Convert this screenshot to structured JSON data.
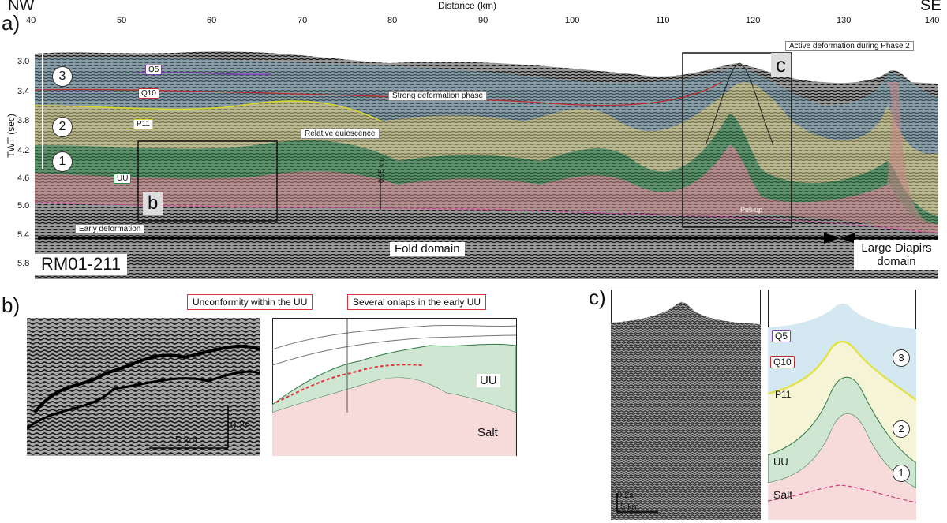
{
  "panel_a": {
    "letter": "a)",
    "dir_left": "NW",
    "dir_right": "SE",
    "x_axis_title": "Distance (km)",
    "x_ticks": [
      "40",
      "50",
      "60",
      "70",
      "80",
      "90",
      "100",
      "110",
      "120",
      "130",
      "140"
    ],
    "y_axis_title": "TWT (sec)",
    "y_ticks": [
      "3.0",
      "3.4",
      "3.8",
      "4.2",
      "4.6",
      "5.0",
      "5.4",
      "5.8"
    ],
    "line_name": "RM01-211",
    "units": {
      "q5": "Q5",
      "q10": "Q10",
      "p11": "P11",
      "uu": "UU"
    },
    "phases": {
      "p3": "3",
      "p2": "2",
      "p1": "1"
    },
    "annotations": {
      "strong": "Strong deformation phase",
      "quiescence": "Relative quiescence",
      "early": "Early deformation",
      "active": "Active deformation during Phase 2",
      "pullup": "Pull-up",
      "thickness": "0.95 km"
    },
    "box_b": "b",
    "box_c": "c",
    "fold_domain": "Fold domain",
    "diapir_domain": "Large Diapirs domain"
  },
  "panel_b": {
    "letter": "b)",
    "callout_left": "Unconformity within the UU",
    "callout_right": "Several onlaps in the early UU",
    "scale_v": "0.2s",
    "scale_h": "5 km",
    "label_uu": "UU",
    "label_salt": "Salt"
  },
  "panel_c": {
    "letter": "c)",
    "scale_v": "0.2s",
    "scale_h": "5 km",
    "q5": "Q5",
    "q10": "Q10",
    "p11": "P11",
    "uu": "UU",
    "salt": "Salt",
    "n3": "3",
    "n2": "2",
    "n1": "1"
  },
  "colors": {
    "salt": "#f6dada",
    "uu_green": "#8fbf97",
    "yellow_unit": "#e6e3a0",
    "blue_unit": "#a9c9d8",
    "red_callout": "#e0333a"
  }
}
